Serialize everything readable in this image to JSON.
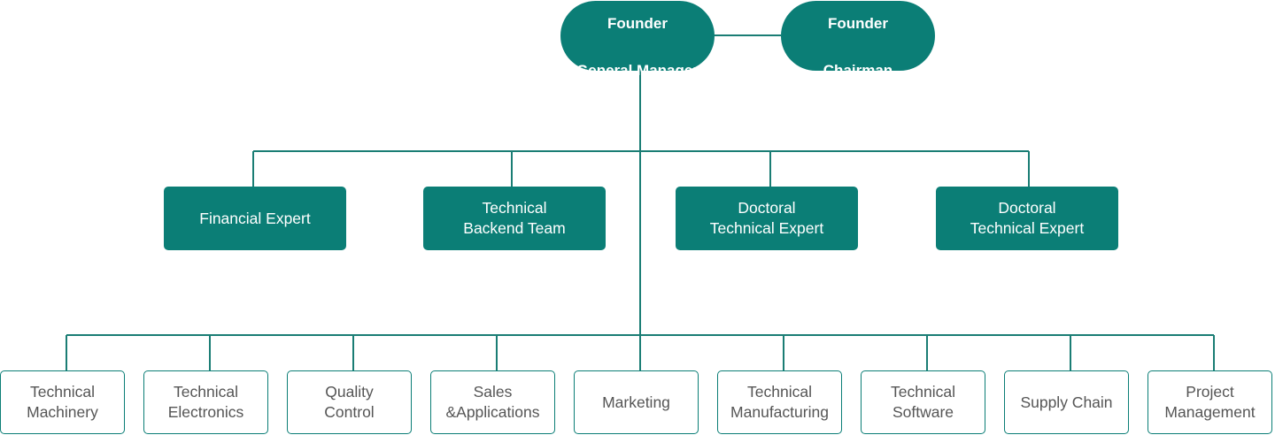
{
  "colors": {
    "accent": "#0b7e76",
    "line": "#1a7d74",
    "outline_text": "#555555",
    "white": "#ffffff"
  },
  "org_chart": {
    "leaders": [
      {
        "id": "general-manager",
        "title": "Founder",
        "role": "General Manager"
      },
      {
        "id": "chairman",
        "title": "Founder",
        "role": "Chairman"
      }
    ],
    "experts": [
      {
        "id": "financial-expert",
        "label": "Financial Expert"
      },
      {
        "id": "technical-backend-team",
        "label": "Technical\nBackend Team"
      },
      {
        "id": "doctoral-technical-expert-1",
        "label": "Doctoral\nTechnical Expert"
      },
      {
        "id": "doctoral-technical-expert-2",
        "label": "Doctoral\nTechnical Expert"
      }
    ],
    "departments": [
      {
        "id": "technical-machinery",
        "label": "Technical\nMachinery"
      },
      {
        "id": "technical-electronics",
        "label": "Technical\nElectronics"
      },
      {
        "id": "quality-control",
        "label": "Quality\nControl"
      },
      {
        "id": "sales-applications",
        "label": "Sales\n&Applications"
      },
      {
        "id": "marketing",
        "label": "Marketing"
      },
      {
        "id": "technical-manufacturing",
        "label": "Technical\nManufacturing"
      },
      {
        "id": "technical-software",
        "label": "Technical\nSoftware"
      },
      {
        "id": "supply-chain",
        "label": "Supply Chain"
      },
      {
        "id": "project-management",
        "label": "Project\nManagement"
      }
    ]
  }
}
